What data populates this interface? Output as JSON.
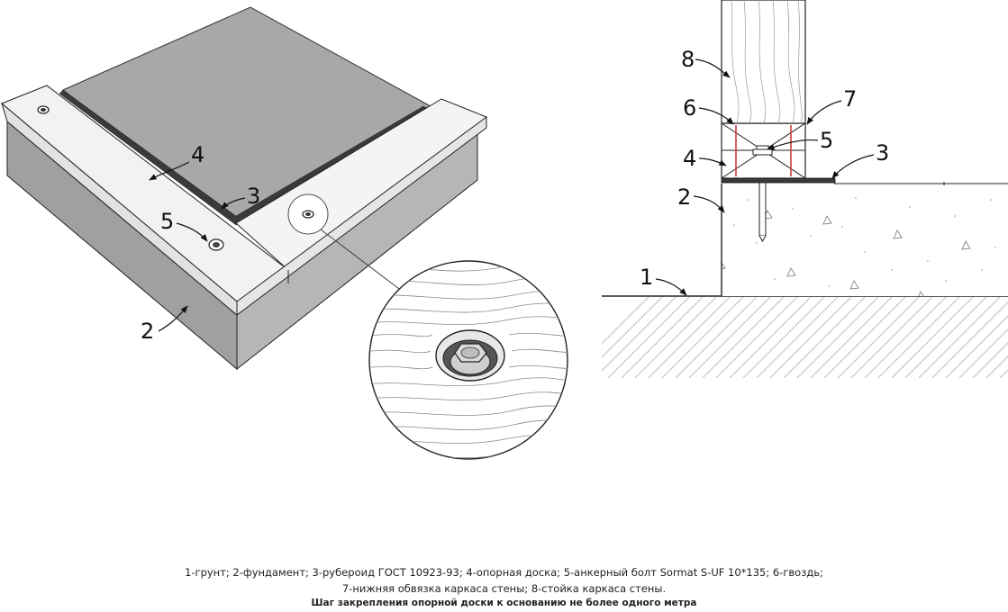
{
  "callouts": {
    "left": {
      "c4": "4",
      "c3": "3",
      "c5": "5",
      "c2": "2"
    },
    "right": {
      "c8": "8",
      "c7": "7",
      "c6": "6",
      "c5": "5",
      "c4": "4",
      "c3": "3",
      "c2": "2",
      "c1": "1"
    }
  },
  "caption": {
    "line1": "1-грунт; 2-фундамент; 3-рубероид ГОСТ 10923-93; 4-опорная доска; 5-анкерный болт Sormat S-UF 10*135; 6-гвоздь;",
    "line2": "7-нижняя обвязка каркаса стены; 8-стойка каркаса стены.",
    "line3": "Шаг закрепления опорной доски к основанию не более одного метра"
  },
  "colors": {
    "top_surface": "#a8a8a8",
    "front_face": "#a0a0a0",
    "side_face": "#b8b8b8",
    "board": "#f2f2f2",
    "tar_paper": "#3a3a3a",
    "nail": "#d23b3b",
    "ground_hatch": "#bdbdbd"
  }
}
